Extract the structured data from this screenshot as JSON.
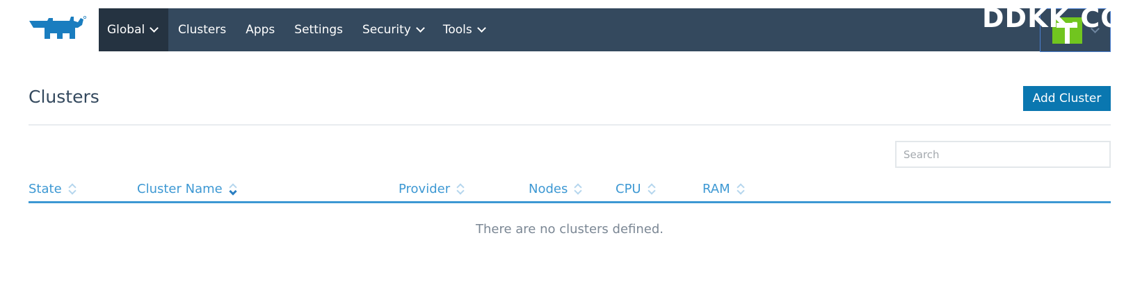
{
  "nav": {
    "items": [
      {
        "label": "Global",
        "has_dropdown": true,
        "active": true
      },
      {
        "label": "Clusters",
        "has_dropdown": false
      },
      {
        "label": "Apps",
        "has_dropdown": false
      },
      {
        "label": "Settings",
        "has_dropdown": false
      },
      {
        "label": "Security",
        "has_dropdown": true
      },
      {
        "label": "Tools",
        "has_dropdown": true
      }
    ],
    "watermark": "DDKK.CO"
  },
  "page": {
    "title": "Clusters",
    "add_button_label": "Add Cluster",
    "search_placeholder": "Search"
  },
  "table": {
    "columns": [
      {
        "label": "State",
        "sort_active": false
      },
      {
        "label": "Cluster Name",
        "sort_active": true
      },
      {
        "label": "Provider",
        "sort_active": false
      },
      {
        "label": "Nodes",
        "sort_active": false
      },
      {
        "label": "CPU",
        "sort_active": false
      },
      {
        "label": "RAM",
        "sort_active": false
      }
    ],
    "empty_message": "There are no clusters defined."
  },
  "colors": {
    "nav_bg": "#34495e",
    "nav_active_bg": "#253341",
    "accent": "#3d98d3",
    "button_bg": "#0a77b0",
    "avatar": "#71c51f"
  }
}
